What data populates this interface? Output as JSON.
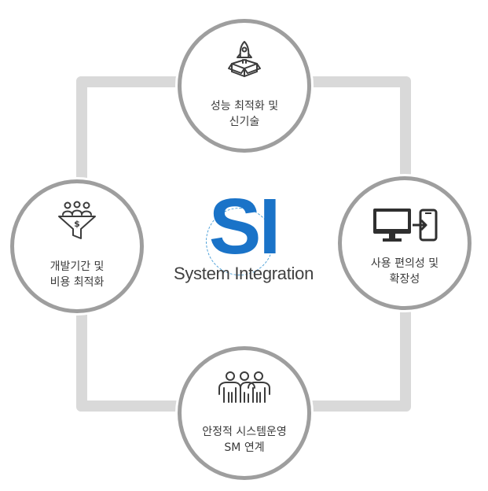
{
  "center": {
    "abbreviation": "SI",
    "full_name": "System Integration"
  },
  "nodes": {
    "top": {
      "icon": "rocket-box-icon",
      "lines": [
        "성능 최적화 및",
        "신기술"
      ]
    },
    "right": {
      "icon": "monitor-mobile-icon",
      "lines": [
        "사용 편의성 및",
        "확장성"
      ]
    },
    "bottom": {
      "icon": "people-group-icon",
      "lines": [
        "안정적 시스템운영",
        "SM 연계"
      ]
    },
    "left": {
      "icon": "people-funnel-dollar-icon",
      "lines": [
        "개발기간 및",
        "비용 최적화"
      ]
    }
  },
  "colors": {
    "accent_blue": "#1a73c8",
    "frame_gray": "#d9d9d9",
    "circle_border": "#9e9e9e",
    "icon_dark": "#3c3c3c",
    "text_dark": "#3a3a3a"
  }
}
